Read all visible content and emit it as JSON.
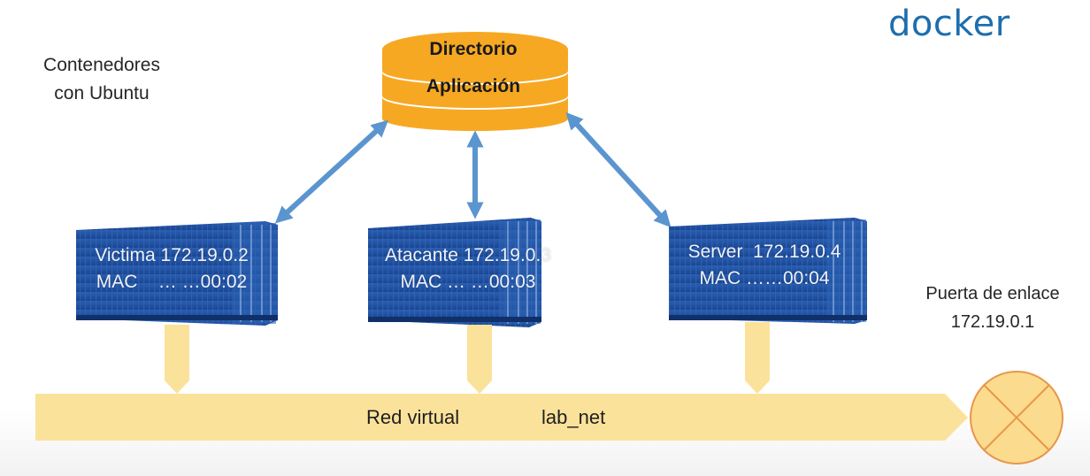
{
  "branding": {
    "logo_text": "docker"
  },
  "labels": {
    "containers_title_line1": "Contenedores",
    "containers_title_line2": "con Ubuntu",
    "gateway_title": "Puerta de enlace",
    "gateway_ip": "172.19.0.1"
  },
  "database": {
    "line1": "Directorio",
    "line2": "Aplicación",
    "icon": "database-cylinder-icon"
  },
  "containers": [
    {
      "name": "Victima",
      "ip": "172.19.0.2",
      "mac_label": "MAC",
      "mac": "… …00:02",
      "line1": "Victima 172.19.0.2",
      "line2": "MAC    … …00:02"
    },
    {
      "name": "Atacante",
      "ip": "172.19.0.3",
      "mac_label": "MAC",
      "mac": "… …00:03",
      "line1": "Atacante 172.19.0.3",
      "line2": "MAC … …00:03"
    },
    {
      "name": "Server",
      "ip": "172.19.0.4",
      "mac_label": "MAC",
      "mac": "……00:04",
      "line1": "Server  172.19.0.4",
      "line2": "MAC ……00:04"
    }
  ],
  "network": {
    "label": "Red virtual",
    "name": "lab_net"
  },
  "colors": {
    "container_blue": "#1f4f9e",
    "arrow_blue": "#5b95cf",
    "db_orange": "#f7a823",
    "net_yellow": "#fbe29a",
    "gateway_fill": "#fbdc8e",
    "gateway_stroke": "#e8964a",
    "docker_blue": "#1d6eae"
  }
}
